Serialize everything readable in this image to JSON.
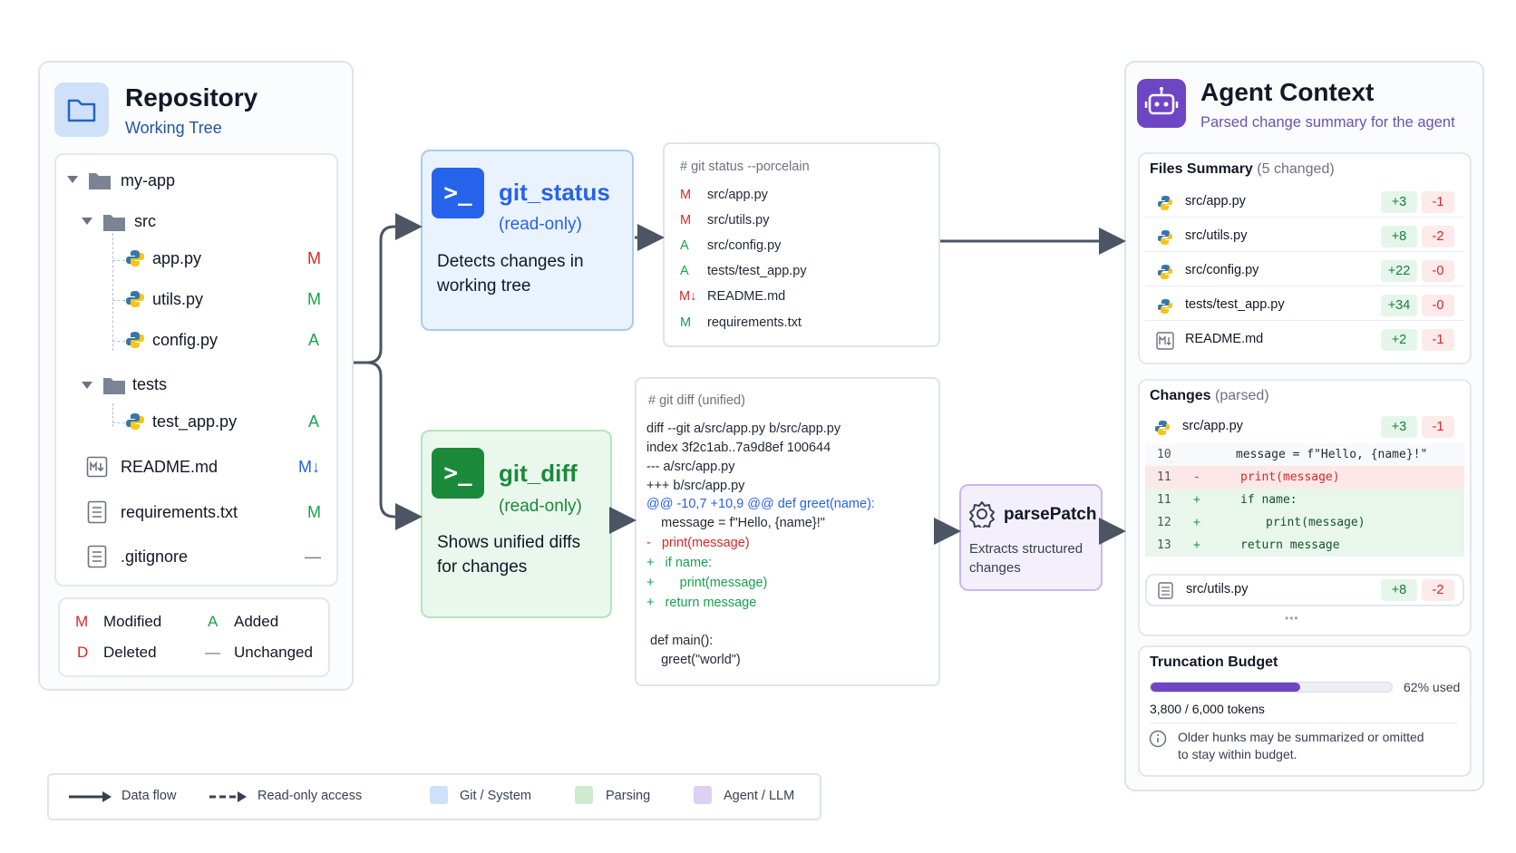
{
  "repository": {
    "title": "Repository",
    "subtitle": "Working Tree",
    "tree": {
      "root": "my-app",
      "src": "src",
      "app": {
        "name": "app.py",
        "status": "M"
      },
      "utils": {
        "name": "utils.py",
        "status": "M"
      },
      "config": {
        "name": "config.py",
        "status": "A"
      },
      "tests": "tests",
      "test_app": {
        "name": "test_app.py",
        "status": "A"
      },
      "readme": {
        "name": "README.md",
        "status": "M↓"
      },
      "requirements": {
        "name": "requirements.txt",
        "status": "M"
      },
      "gitignore": {
        "name": ".gitignore",
        "status": "—"
      }
    },
    "legend": {
      "modified": {
        "symbol": "M",
        "label": "Modified"
      },
      "added": {
        "symbol": "A",
        "label": "Added"
      },
      "deleted": {
        "symbol": "D",
        "label": "Deleted"
      },
      "unchanged": {
        "symbol": "—",
        "label": "Unchanged"
      }
    }
  },
  "git_status": {
    "icon": ">_",
    "title": "git_status",
    "subtitle": "(read-only)",
    "description_1": "Detects changes in",
    "description_2": "working tree",
    "output": {
      "comment": "# git status --porcelain",
      "lines": [
        {
          "code": "M",
          "path": "src/app.py"
        },
        {
          "code": "M",
          "path": "src/utils.py"
        },
        {
          "code": "A",
          "path": "src/config.py"
        },
        {
          "code": "A",
          "path": "tests/test_app.py"
        },
        {
          "code": "M↓",
          "path": "README.md"
        },
        {
          "code": "M",
          "path": "requirements.txt"
        }
      ]
    }
  },
  "git_diff": {
    "icon": ">_",
    "title": "git_diff",
    "subtitle": "(read-only)",
    "description_1": "Shows unified diffs",
    "description_2": "for changes",
    "output": {
      "comment": "# git diff (unified)",
      "lines": [
        "diff --git a/src/app.py b/src/app.py",
        "index 3f2c1ab..7a9d8ef 100644",
        "--- a/src/app.py",
        "+++ b/src/app.py",
        "@@ -10,7 +10,9 @@ def greet(name):",
        "    message = f\"Hello, {name}!\"",
        "-   print(message)",
        "+   if name:",
        "+       print(message)",
        "+   return message",
        " def main():",
        "    greet(\"world\")"
      ]
    }
  },
  "parse_patch": {
    "title": "parsePatch",
    "description_1": "Extracts structured",
    "description_2": "changes"
  },
  "agent": {
    "title": "Agent Context",
    "subtitle": "Parsed change summary for the agent",
    "files_summary": {
      "title": "Files Summary",
      "count": "(5 changed)",
      "files": [
        {
          "name": "src/app.py",
          "added": "+3",
          "removed": "-1"
        },
        {
          "name": "src/utils.py",
          "added": "+8",
          "removed": "-2"
        },
        {
          "name": "src/config.py",
          "added": "+22",
          "removed": "-0"
        },
        {
          "name": "tests/test_app.py",
          "added": "+34",
          "removed": "-0"
        },
        {
          "name": "README.md",
          "added": "+2",
          "removed": "-1"
        }
      ]
    },
    "changes": {
      "title": "Changes",
      "suffix": "(parsed)",
      "file": {
        "name": "src/app.py",
        "added": "+3",
        "removed": "-1"
      },
      "lines": [
        {
          "num": "10",
          "sign": "",
          "code": "message = f\"Hello, {name}!\""
        },
        {
          "num": "11",
          "sign": "-",
          "code": "print(message)"
        },
        {
          "num": "11",
          "sign": "+",
          "code": "if name:"
        },
        {
          "num": "12",
          "sign": "+",
          "code": "print(message)"
        },
        {
          "num": "13",
          "sign": "+",
          "code": "return message"
        }
      ],
      "next_file": {
        "name": "src/utils.py",
        "added": "+8",
        "removed": "-2"
      },
      "more": "•••"
    },
    "budget": {
      "title": "Truncation Budget",
      "used_fraction": 0.62,
      "used_label": "62% used",
      "tokens": "3,800 / 6,000 tokens",
      "note_1": "Older hunks may be summarized or omitted",
      "note_2": "to stay within budget."
    }
  },
  "flow_legend": {
    "data_flow": "Data flow",
    "read_only": "Read-only access",
    "git_system": "Git / System",
    "parsing": "Parsing",
    "agent_llm": "Agent / LLM"
  },
  "colors": {
    "modified": "#dc2626",
    "added": "#16a34a",
    "readme": "#2563eb",
    "git_blue": "#2563eb",
    "git_green": "#1a8a3a",
    "agent_purple": "#6e46c4"
  }
}
